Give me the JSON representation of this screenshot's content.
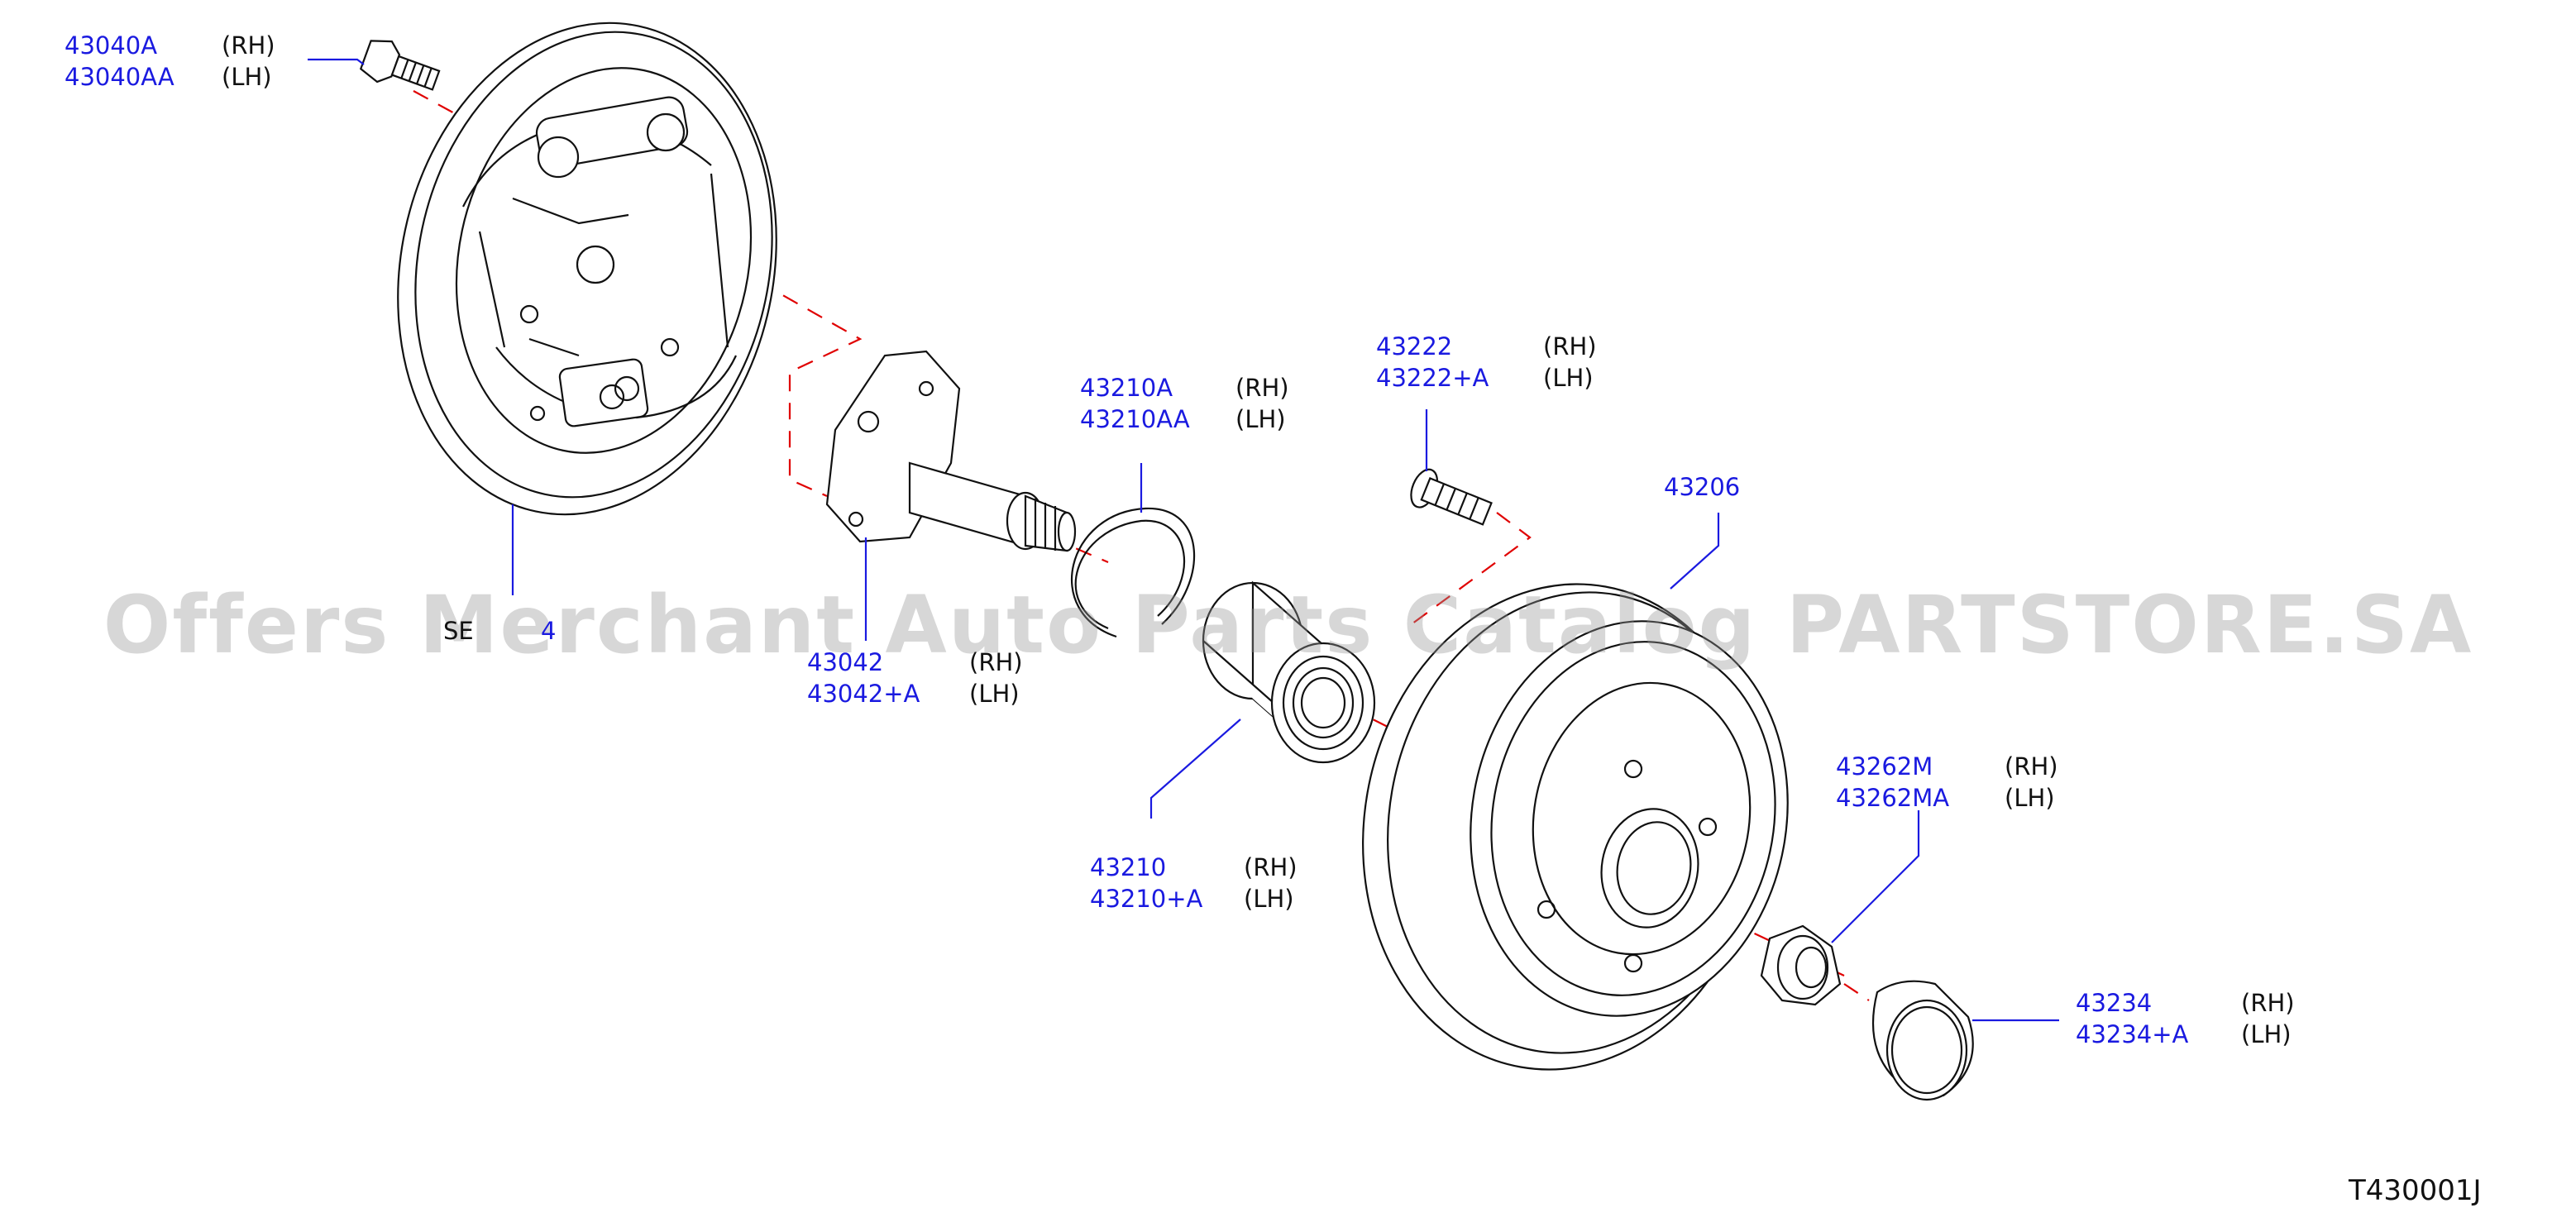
{
  "callouts": [
    {
      "id": "hub-bolt",
      "parts": [
        "43040A",
        "43040AA"
      ],
      "sides": [
        "(RH)",
        "(LH)"
      ]
    },
    {
      "id": "spindle",
      "parts": [
        "43042",
        "43042+A"
      ],
      "sides": [
        "(RH)",
        "(LH)"
      ]
    },
    {
      "id": "snap-ring",
      "parts": [
        "43210A",
        "43210AA"
      ],
      "sides": [
        "(RH)",
        "(LH)"
      ]
    },
    {
      "id": "bearing",
      "parts": [
        "43210",
        "43210+A"
      ],
      "sides": [
        "(RH)",
        "(LH)"
      ]
    },
    {
      "id": "wheel-stud",
      "parts": [
        "43222",
        "43222+A"
      ],
      "sides": [
        "(RH)",
        "(LH)"
      ]
    },
    {
      "id": "drum",
      "parts": [
        "43206"
      ],
      "sides": []
    },
    {
      "id": "lock-nut",
      "parts": [
        "43262M",
        "43262MA"
      ],
      "sides": [
        "(RH)",
        "(LH)"
      ]
    },
    {
      "id": "grease-cap",
      "parts": [
        "43234",
        "43234+A"
      ],
      "sides": [
        "(RH)",
        "(LH)"
      ]
    }
  ],
  "see_ref": {
    "label": "SE",
    "ref": "4"
  },
  "watermark": "Offers Merchant Auto Parts Catalog PARTSTORE.SA",
  "drawing_code": "T430001J",
  "colors": {
    "callout_text": "#1a1ae0",
    "leader_line": "#1a1ae0",
    "centerline": "#e00000",
    "outline": "#111111"
  }
}
